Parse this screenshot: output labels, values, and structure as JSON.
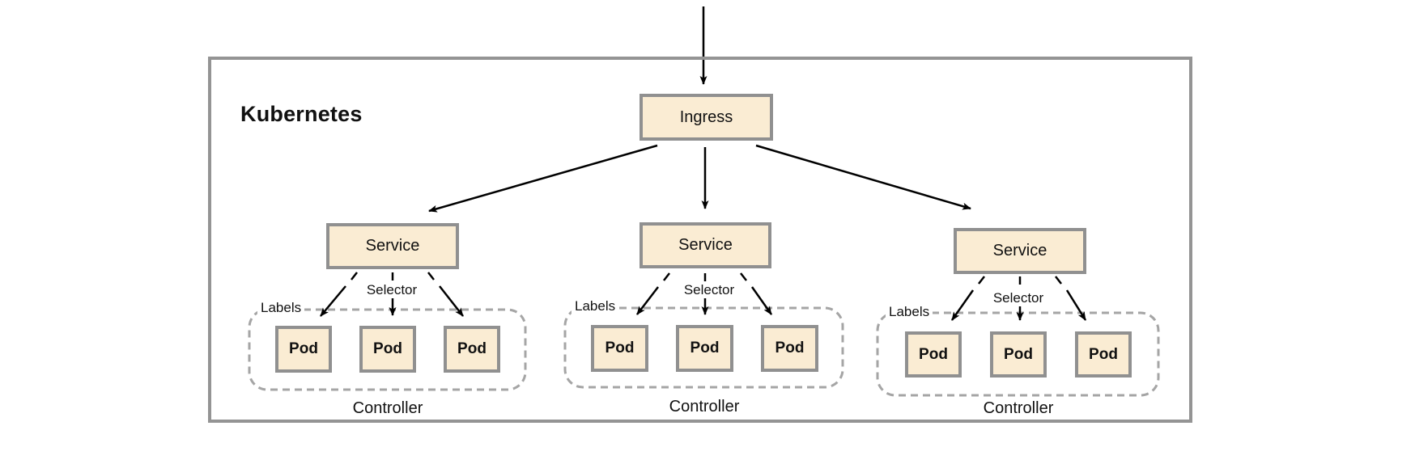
{
  "diagram": {
    "title": "Kubernetes",
    "ingress": {
      "label": "Ingress"
    },
    "groups": [
      {
        "service_label": "Service",
        "selector_label": "Selector",
        "labels_label": "Labels",
        "controller_label": "Controller",
        "pods": [
          "Pod",
          "Pod",
          "Pod"
        ]
      },
      {
        "service_label": "Service",
        "selector_label": "Selector",
        "labels_label": "Labels",
        "controller_label": "Controller",
        "pods": [
          "Pod",
          "Pod",
          "Pod"
        ]
      },
      {
        "service_label": "Service",
        "selector_label": "Selector",
        "labels_label": "Labels",
        "controller_label": "Controller",
        "pods": [
          "Pod",
          "Pod",
          "Pod"
        ]
      }
    ],
    "colors": {
      "node_fill": "#faecd3",
      "node_border": "#909090",
      "outer_border": "#949494",
      "dashed_border": "#a5a5a5",
      "arrow": "#000000"
    }
  }
}
